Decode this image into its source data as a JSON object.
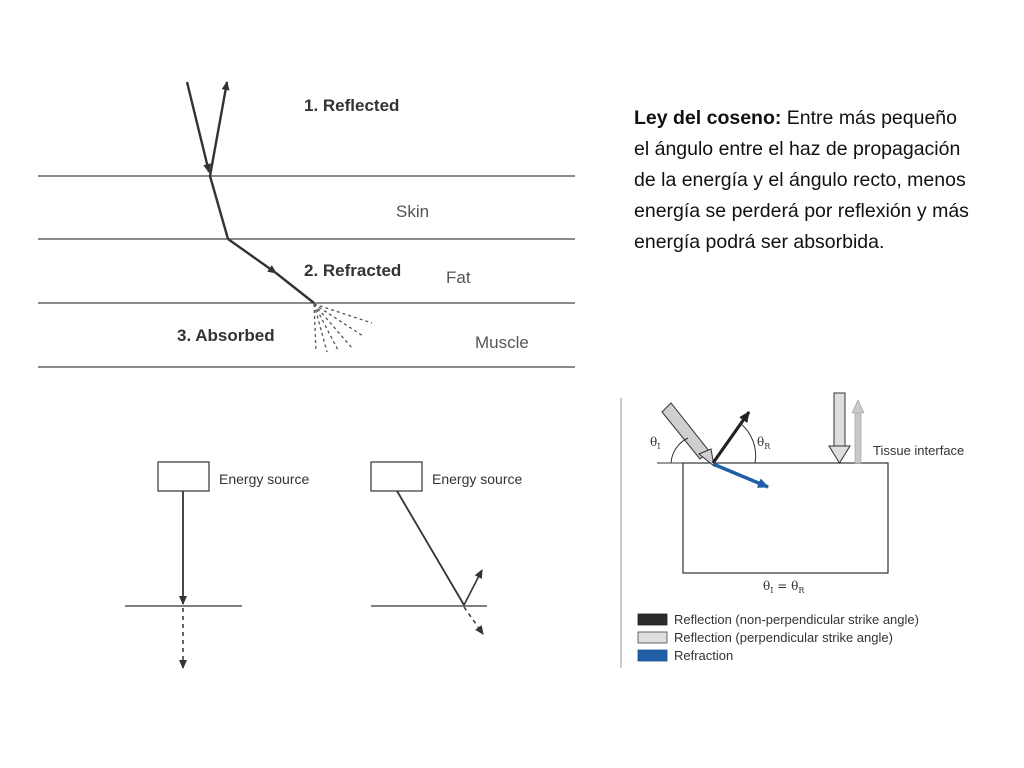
{
  "caption": {
    "title": "Ley del coseno:",
    "body": " Entre más pequeño el ángulo  entre el haz de propagación de la energía y el ángulo recto,  menos energía se perderá por reflexión y más energía podrá ser absorbida."
  },
  "tissue_diagram": {
    "steps": [
      "1. Reflected",
      "2. Refracted",
      "3. Absorbed"
    ],
    "layers": [
      "Skin",
      "Fat",
      "Muscle"
    ]
  },
  "source_diagrams": {
    "left_label": "Energy source",
    "right_label": "Energy source"
  },
  "interface_diagram": {
    "theta_i": "θ",
    "theta_i_sub": "I",
    "theta_r": "θ",
    "theta_r_sub": "R",
    "tissue_label": "Tissue interface",
    "equation_lhs": "θ",
    "equation_lhs_sub": "I",
    "equation_mid": " = θ",
    "equation_rhs_sub": "R",
    "legend": [
      {
        "label": "Reflection (non-perpendicular strike angle)",
        "color": "#2b2b2b"
      },
      {
        "label": "Reflection (perpendicular strike angle)",
        "color": "#dedede"
      },
      {
        "label": "Refraction",
        "color": "#1f5fa6"
      }
    ]
  },
  "colors": {
    "line": "#333333",
    "refraction": "#1f5fa6"
  }
}
